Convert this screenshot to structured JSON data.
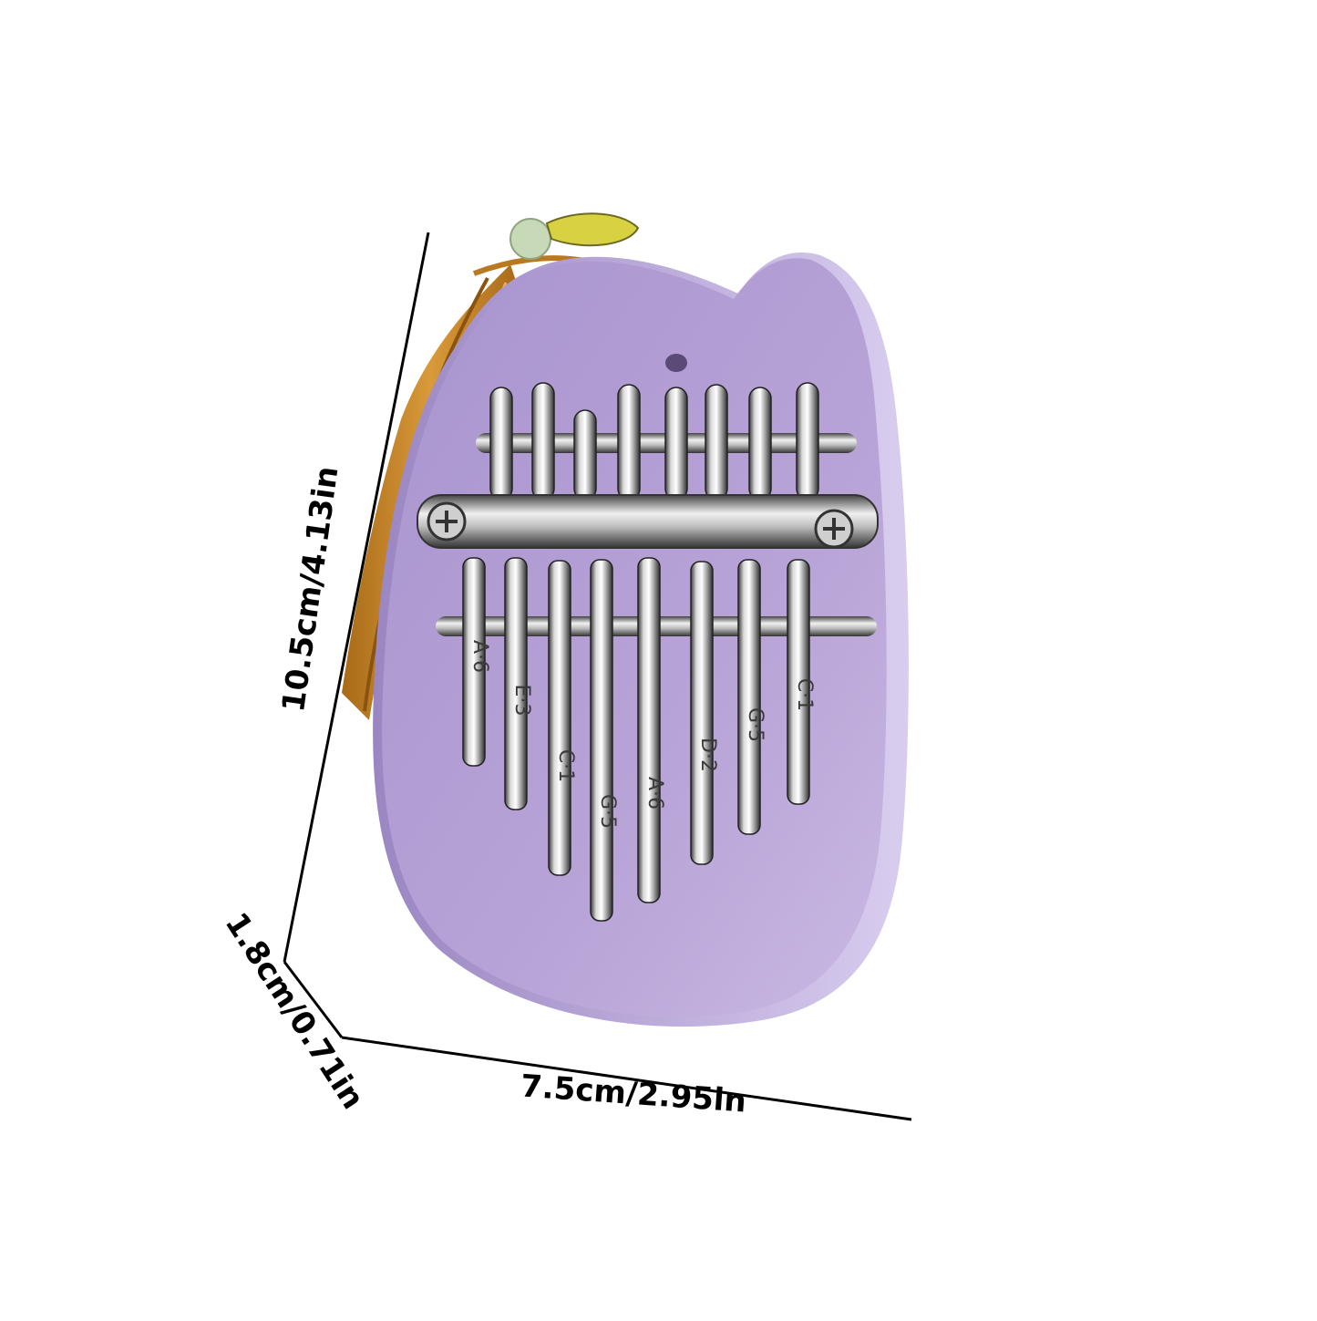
{
  "product": {
    "name_icon": "kalimba-thumb-piano",
    "body_color": "#b7a3d6",
    "tassel_color": "#c98a2a",
    "tine_notes": [
      {
        "note": "A",
        "degree": "6"
      },
      {
        "note": "E",
        "degree": "3"
      },
      {
        "note": "C",
        "degree": "1"
      },
      {
        "note": "G",
        "degree": "5"
      },
      {
        "note": "A",
        "degree": "6"
      },
      {
        "note": "D",
        "degree": "2"
      },
      {
        "note": "G",
        "degree": "5"
      },
      {
        "note": "C",
        "degree": "1"
      }
    ]
  },
  "dimensions": {
    "height": "10.5cm/4.13in",
    "depth": "1.8cm/0.71in",
    "width": "7.5cm/2.95in"
  }
}
